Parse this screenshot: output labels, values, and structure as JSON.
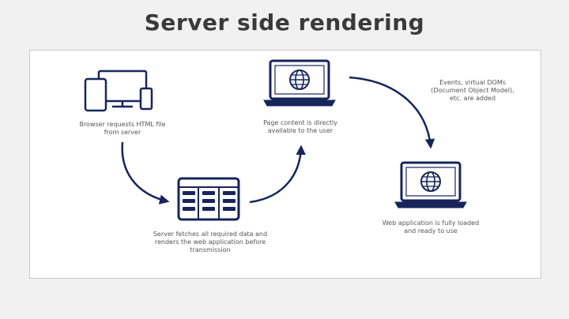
{
  "title": "Server side rendering",
  "colors": {
    "navy": "#17255b",
    "panel_bg": "#ffffff",
    "page_bg": "#f1f1f1"
  },
  "steps": {
    "browser": {
      "icon": "devices-icon",
      "caption": "Browser requests HTML file from server"
    },
    "server": {
      "icon": "server-icon",
      "caption": "Server fetches all required data and renders the web application before transmission"
    },
    "page": {
      "icon": "laptop-globe-icon",
      "caption": "Page content is directly available to the user"
    },
    "events": {
      "caption": "Events, virtual DOMs (Document Object Model), etc. are added"
    },
    "loaded": {
      "icon": "laptop-globe-icon",
      "caption": "Web application is fully loaded and ready to use"
    }
  }
}
